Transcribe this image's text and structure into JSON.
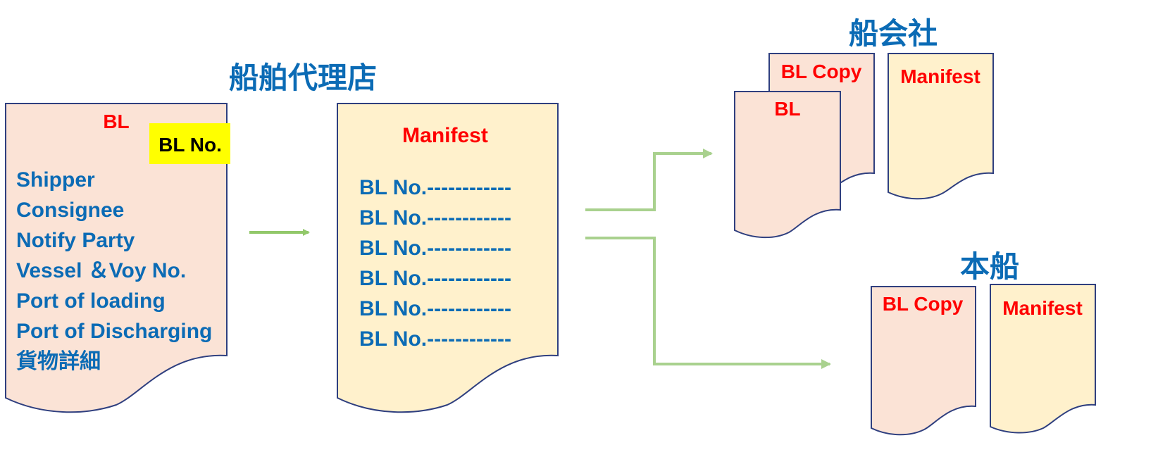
{
  "colors": {
    "title_blue": "#0b6bb5",
    "doc_title_red": "#ff0000",
    "bl_fill": "#fbe3d6",
    "manifest_fill": "#fff1cc",
    "border": "#2f3f7f",
    "highlight": "#ffff00",
    "arrow_green": "#92c86a",
    "arrow_light_green": "#a9d18e"
  },
  "agent": {
    "title": "船舶代理店"
  },
  "bl_document": {
    "title": "BL",
    "badge": "BL No.",
    "fields": [
      "Shipper",
      "Consignee",
      "Notify Party",
      "Vessel ＆Voy No.",
      "Port of loading",
      "Port of Discharging",
      "貨物詳細"
    ]
  },
  "manifest_document": {
    "title": "Manifest",
    "rows": [
      "BL No.------------",
      "BL No.------------",
      "BL No.------------",
      "BL No.------------",
      "BL No.------------",
      "BL No.------------"
    ]
  },
  "shipping_company": {
    "title": "船会社",
    "docs": [
      "BL Copy",
      "BL",
      "Manifest"
    ]
  },
  "vessel": {
    "title": "本船",
    "docs": [
      "BL Copy",
      "Manifest"
    ]
  }
}
